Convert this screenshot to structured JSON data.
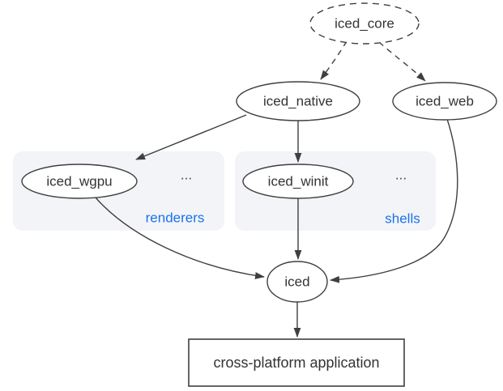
{
  "diagram": {
    "type": "dependency-graph",
    "colors": {
      "stroke": "#3f3f3f",
      "text": "#333333",
      "group_label": "#1a73e8",
      "group_background": "#f2f4f8",
      "node_fill": "#ffffff",
      "canvas_background": "#ffffff"
    },
    "nodes": {
      "iced_core": {
        "label": "iced_core",
        "shape": "ellipse",
        "border": "dashed"
      },
      "iced_native": {
        "label": "iced_native",
        "shape": "ellipse",
        "border": "solid"
      },
      "iced_web": {
        "label": "iced_web",
        "shape": "ellipse",
        "border": "solid"
      },
      "iced_wgpu": {
        "label": "iced_wgpu",
        "shape": "ellipse",
        "border": "solid",
        "group": "renderers"
      },
      "iced_winit": {
        "label": "iced_winit",
        "shape": "ellipse",
        "border": "solid",
        "group": "shells"
      },
      "iced": {
        "label": "iced",
        "shape": "ellipse",
        "border": "solid"
      },
      "app": {
        "label": "cross-platform application",
        "shape": "rectangle",
        "border": "solid"
      }
    },
    "groups": {
      "renderers": {
        "label": "renderers",
        "ellipsis": "..."
      },
      "shells": {
        "label": "shells",
        "ellipsis": "..."
      }
    },
    "edges": [
      {
        "from": "iced_core",
        "to": "iced_native",
        "style": "dashed"
      },
      {
        "from": "iced_core",
        "to": "iced_web",
        "style": "dashed"
      },
      {
        "from": "iced_native",
        "to": "iced_wgpu",
        "style": "solid"
      },
      {
        "from": "iced_native",
        "to": "iced_winit",
        "style": "solid"
      },
      {
        "from": "iced_wgpu",
        "to": "iced",
        "style": "solid"
      },
      {
        "from": "iced_winit",
        "to": "iced",
        "style": "solid"
      },
      {
        "from": "iced_web",
        "to": "iced",
        "style": "solid"
      },
      {
        "from": "iced",
        "to": "app",
        "style": "solid"
      }
    ]
  }
}
